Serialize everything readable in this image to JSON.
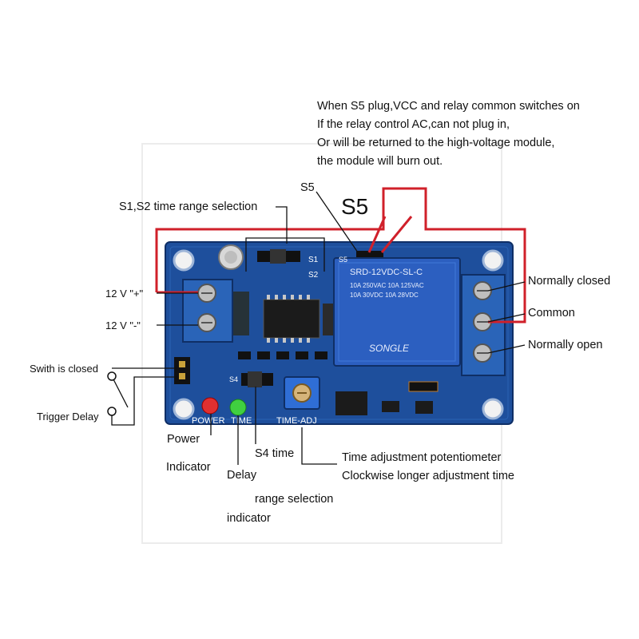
{
  "warning_lines": [
    "When S5 plug,VCC and relay common switches on",
    "If the relay control AC,can not plug in,",
    "Or will be returned to the high-voltage module,",
    "the module will burn out."
  ],
  "labels": {
    "s1s2": "S1,S2 time range selection",
    "s5_small": "S5",
    "s5_big": "S5",
    "v12_plus": "12 V  \"+\"",
    "v12_minus": "12 V  \"-\"",
    "switch_closed": "Swith is closed",
    "trigger_delay": "Trigger Delay",
    "power": "Power",
    "indicator": "Indicator",
    "delay": "Delay",
    "s4_time": "S4 time",
    "range_selection": "range selection",
    "indicator2": "indicator",
    "pot_line1": "Time adjustment potentiometer",
    "pot_line2": "Clockwise longer adjustment time",
    "normally_closed": "Normally closed",
    "common": "Common",
    "normally_open": "Normally open"
  },
  "board_text": {
    "relay_model": "SRD-12VDC-SL-C",
    "relay_r1": "10A 250VAC 10A 125VAC",
    "relay_r2": "10A 30VDC 10A 28VDC",
    "relay_brand": "SONGLE",
    "power_silk": "POWER",
    "time_silk": "TIME",
    "time_adj_silk": "TIME-ADJ",
    "s1_silk": "S1",
    "s2_silk": "S2",
    "s4_silk": "S4",
    "s5_silk": "S5"
  },
  "colors": {
    "pcb": "#1e4f9c",
    "pcb_dark": "#153a78",
    "terminal": "#2a64b8",
    "relay": "#2c5fc0",
    "wire": "#d0202a",
    "led_red": "#e03030",
    "led_green": "#40d040"
  }
}
